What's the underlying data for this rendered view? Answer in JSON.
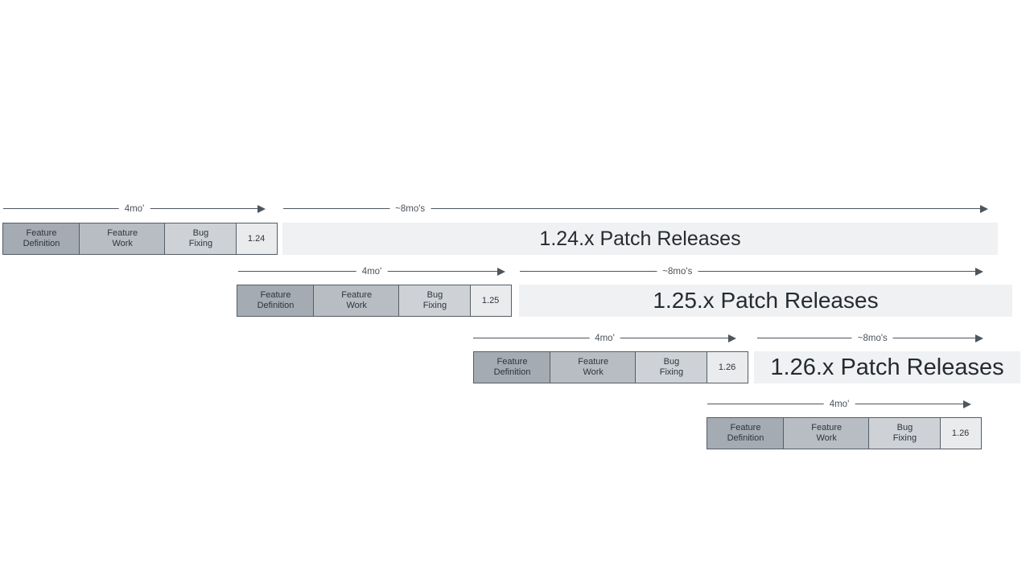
{
  "colors": {
    "background": "#ffffff",
    "phase_feature_definition_fill": "#a5abb3",
    "phase_feature_work_fill": "#b8bdc3",
    "phase_bug_fixing_fill": "#ced2d6",
    "version_box_fill": "#e9ebed",
    "patch_bar_fill": "#f0f1f3",
    "box_border": "#565d65",
    "arrow": "#4d555d",
    "text_dark": "#2e343b"
  },
  "rows": [
    {
      "version": "1.24",
      "phases": [
        {
          "line1": "Feature",
          "line2": "Definition"
        },
        {
          "line1": "Feature",
          "line2": "Work"
        },
        {
          "line1": "Bug",
          "line2": "Fixing"
        }
      ],
      "cycle_label": "4mo'",
      "patch_duration_label": "~8mo's",
      "patch_label": "1.24.x Patch Releases"
    },
    {
      "version": "1.25",
      "phases": [
        {
          "line1": "Feature",
          "line2": "Definition"
        },
        {
          "line1": "Feature",
          "line2": "Work"
        },
        {
          "line1": "Bug",
          "line2": "Fixing"
        }
      ],
      "cycle_label": "4mo'",
      "patch_duration_label": "~8mo's",
      "patch_label": "1.25.x Patch Releases"
    },
    {
      "version": "1.26",
      "phases": [
        {
          "line1": "Feature",
          "line2": "Definition"
        },
        {
          "line1": "Feature",
          "line2": "Work"
        },
        {
          "line1": "Bug",
          "line2": "Fixing"
        }
      ],
      "cycle_label": "4mo'",
      "patch_duration_label": "~8mo's",
      "patch_label": "1.26.x Patch Releases"
    },
    {
      "version": "1.26",
      "phases": [
        {
          "line1": "Feature",
          "line2": "Definition"
        },
        {
          "line1": "Feature",
          "line2": "Work"
        },
        {
          "line1": "Bug",
          "line2": "Fixing"
        }
      ],
      "cycle_label": "4mo'"
    }
  ]
}
